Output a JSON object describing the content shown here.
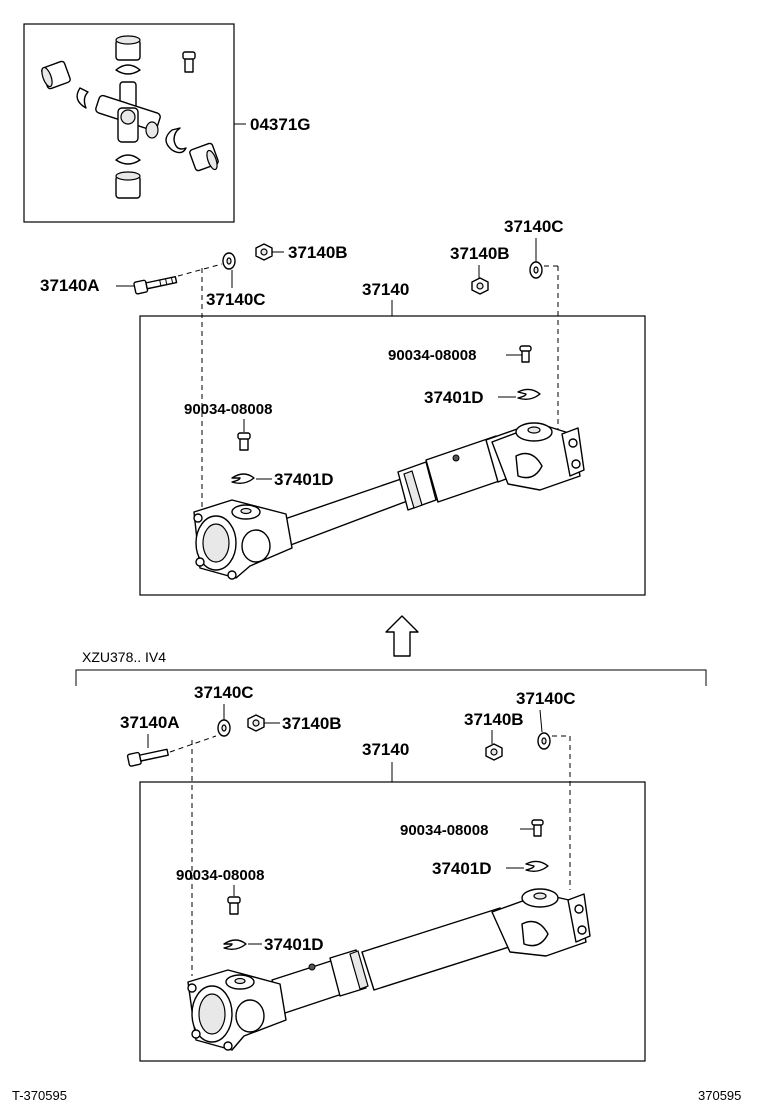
{
  "kit": {
    "part_number": "04371G"
  },
  "arrow": {
    "direction": "up"
  },
  "upper_diagram": {
    "assembly_label": "37140",
    "bolt_label": "37140A",
    "washer_left_label": "37140C",
    "nut_left_label": "37140B",
    "nut_right_label": "37140B",
    "washer_right_label": "37140C",
    "grease_fitting_right_label": "90034-08008",
    "grease_fitting_left_label": "90034-08008",
    "snap_ring_right_label": "37401D",
    "snap_ring_left_label": "37401D"
  },
  "condition": {
    "text": "XZU378..  IV4"
  },
  "lower_diagram": {
    "assembly_label": "37140",
    "bolt_label": "37140A",
    "washer_left_label": "37140C",
    "nut_left_label": "37140B",
    "nut_right_label": "37140B",
    "washer_right_label": "37140C",
    "grease_fitting_right_label": "90034-08008",
    "grease_fitting_left_label": "90034-08008",
    "snap_ring_right_label": "37401D",
    "snap_ring_left_label": "37401D"
  },
  "footer": {
    "left_code": "T-370595",
    "right_code": "370595"
  }
}
